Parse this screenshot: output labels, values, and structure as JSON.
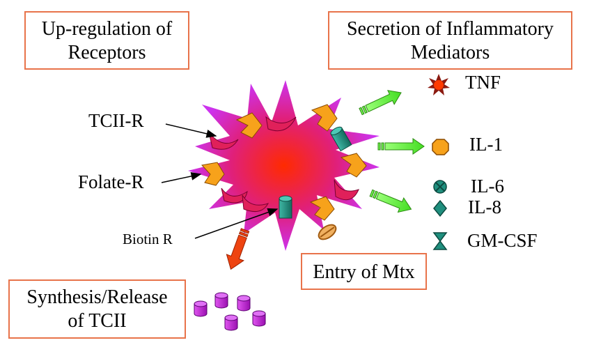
{
  "boxes": {
    "upregulation": {
      "line1": "Up-regulation of",
      "line2": "Receptors"
    },
    "secretion": {
      "line1": "Secretion of Inflammatory",
      "line2": "Mediators"
    },
    "entry": "Entry of Mtx",
    "synthesis": {
      "line1": "Synthesis/Release",
      "line2": "of TCII"
    }
  },
  "receptor_labels": {
    "tcii": "TCII-R",
    "folate": "Folate-R",
    "biotin": "Biotin R"
  },
  "mediators": [
    "TNF",
    "IL-1",
    "IL-6",
    "IL-8",
    "GM-CSF"
  ],
  "colors": {
    "box_border": "#e8734a",
    "cell_outer": "#cc33ee",
    "cell_center": "#ff2a00",
    "receptor_orange": "#f7a21b",
    "receptor_pink": "#e0205a",
    "channel_teal": "#1f8f7e",
    "arrow_green": "#66ee44",
    "arrow_red": "#ee4411",
    "tcii_purple": "#cc22dd"
  }
}
